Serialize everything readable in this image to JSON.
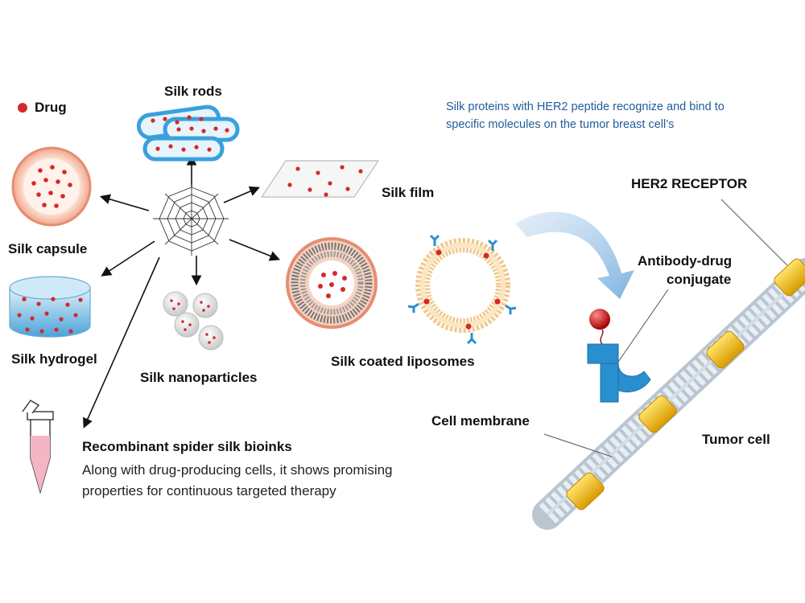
{
  "legend": {
    "drug_label": "Drug"
  },
  "formats": {
    "rods": "Silk rods",
    "film": "Silk film",
    "capsule": "Silk capsule",
    "hydrogel": "Silk hydrogel",
    "nanoparticles": "Silk nanoparticles",
    "liposomes": "Silk coated liposomes"
  },
  "bioinks": {
    "title": "Recombinant spider silk bioinks",
    "description_line1": "Along with drug-producing cells, it shows promising",
    "description_line2": "properties for continuous targeted therapy"
  },
  "targeting": {
    "note_line1": "Silk proteins with HER2 peptide recognize and bind to",
    "note_line2": "specific molecules on the tumor breast cell’s",
    "receptor_label": "HER2 RECEPTOR",
    "antibody_line1": "Antibody-drug",
    "antibody_line2": "conjugate",
    "membrane_label": "Cell membrane",
    "tumor_label": "Tumor cell"
  },
  "colors": {
    "drug": "#d62828",
    "rod_blue": "#3aa0dd",
    "arrow": "#111111",
    "note_text": "#1f5c99",
    "receptor": "#f2c31c",
    "antibody": "#2a8fd0",
    "tube_pink": "#f4b5c4",
    "curved_arrow": "#a9cbe8"
  }
}
